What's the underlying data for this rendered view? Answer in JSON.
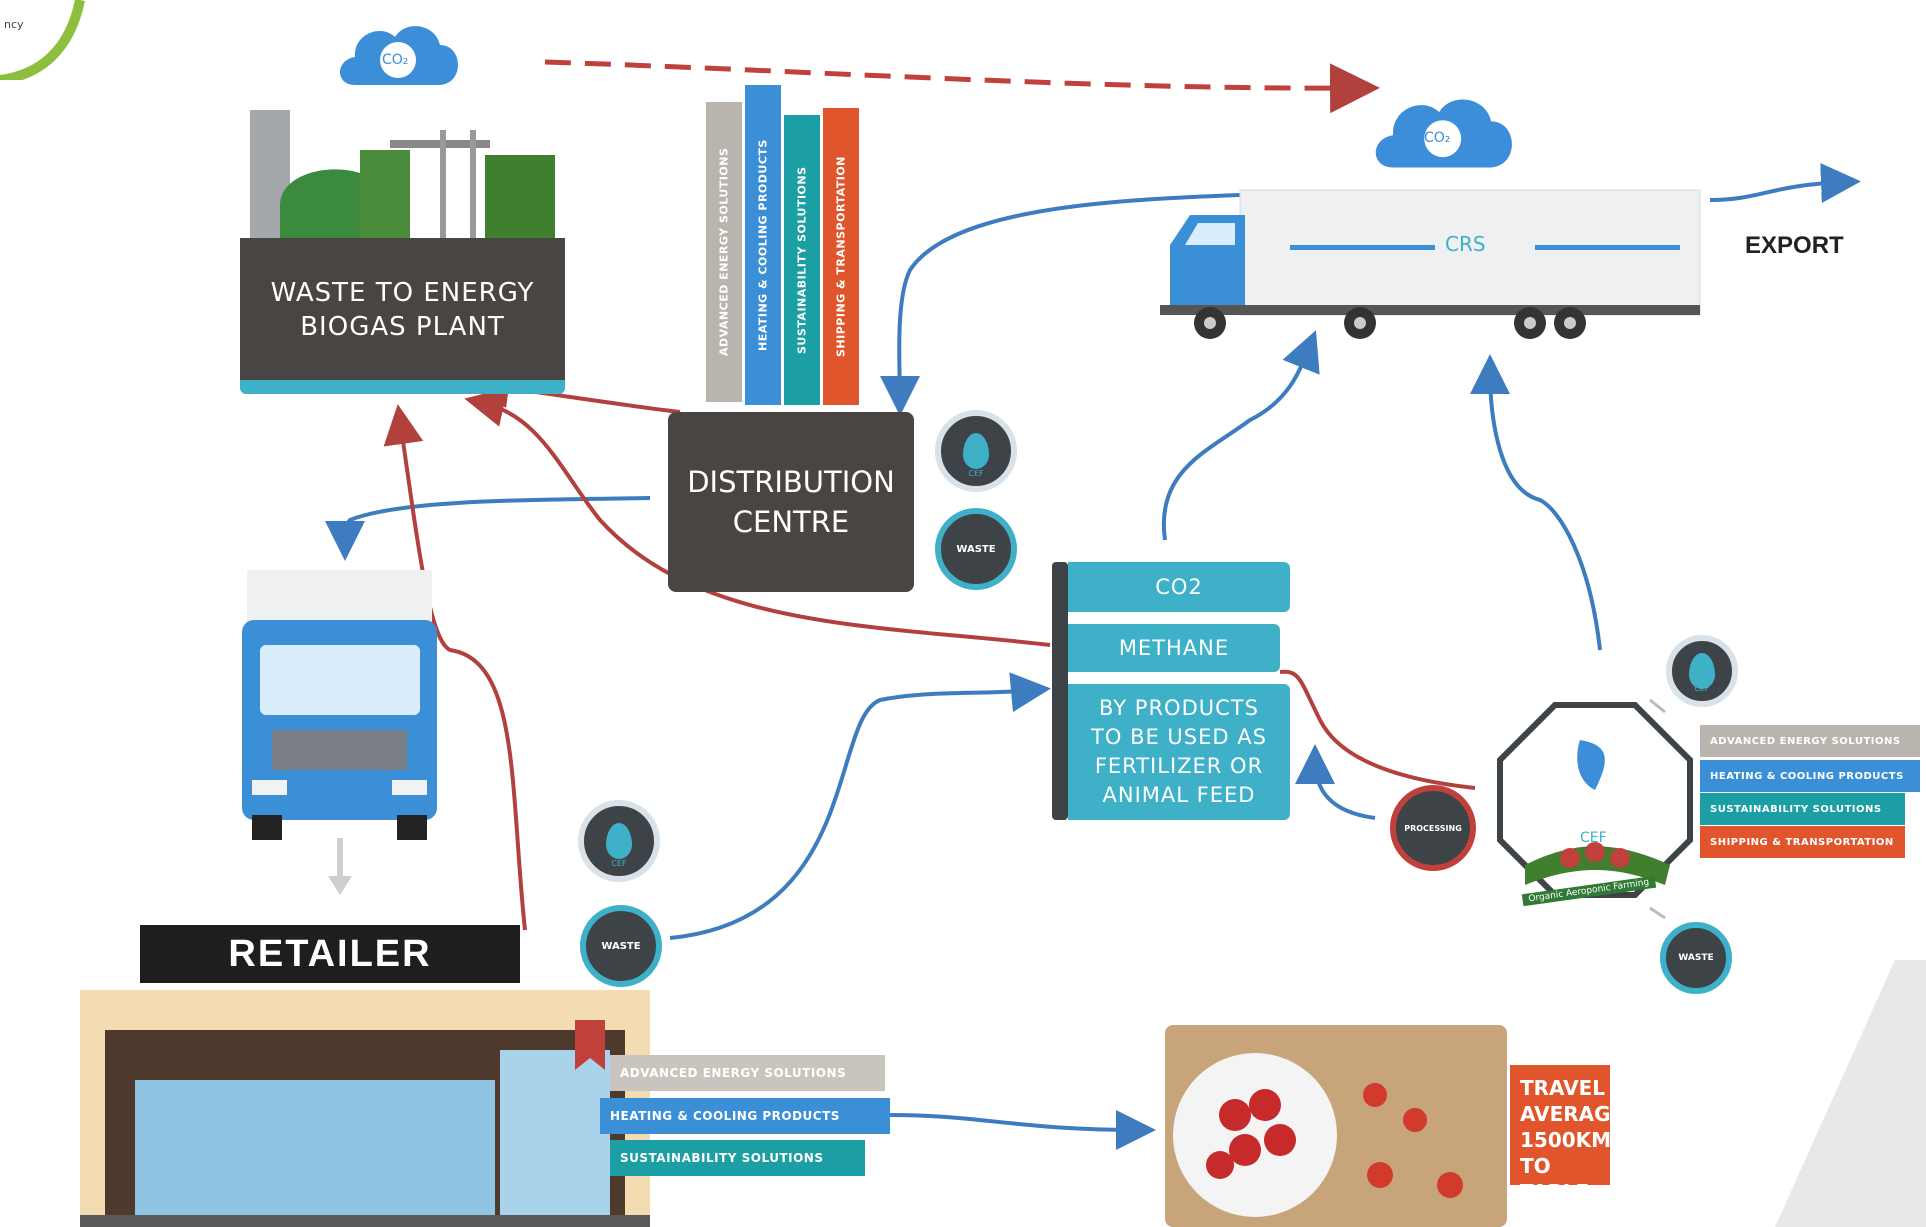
{
  "top_left_logo_text": "ncy",
  "co2_cloud_label": "CO₂",
  "co2_cloud_label_2": "CO₂",
  "plant": {
    "line1": "WASTE TO ENERGY",
    "line2": "BIOGAS PLANT"
  },
  "columns": [
    {
      "label": "ADVANCED ENERGY SOLUTIONS",
      "color": "#b9b4ad"
    },
    {
      "label": "HEATING & COOLING PRODUCTS",
      "color": "#3b8fd6"
    },
    {
      "label": "SUSTAINABILITY SOLUTIONS",
      "color": "#1b9ea4"
    },
    {
      "label": "SHIPPING & TRANSPORTATION",
      "color": "#e0552c"
    }
  ],
  "distribution": {
    "line1": "DISTRIBUTION",
    "line2": "CENTRE"
  },
  "waste_label": "WASTE",
  "cef_label": "CEF",
  "truck_brand": "CRS",
  "export_label": "EXPORT",
  "co2_panel": {
    "row1": "CO2",
    "row2": "METHANE",
    "row3_line1": "BY PRODUCTS",
    "row3_line2": "TO BE USED AS",
    "row3_line3": "FERTILIZER OR",
    "row3_line4": "ANIMAL FEED"
  },
  "processing_label": "PROCESSING",
  "farm_banner": "Organic Aeroponic Farming",
  "farm_ribbons": [
    {
      "label": "ADVANCED ENERGY SOLUTIONS",
      "color": "#b9b4ad"
    },
    {
      "label": "HEATING & COOLING PRODUCTS",
      "color": "#3b8fd6"
    },
    {
      "label": "SUSTAINABILITY SOLUTIONS",
      "color": "#1b9ea4"
    },
    {
      "label": "SHIPPING & TRANSPORTATION",
      "color": "#e0552c"
    }
  ],
  "retailer_sign": "RETAILER",
  "retailer_ribbons": [
    {
      "label": "ADVANCED ENERGY SOLUTIONS",
      "color": "#c9c4bd"
    },
    {
      "label": "HEATING & COOLING PRODUCTS",
      "color": "#3b8fd6"
    },
    {
      "label": "SUSTAINABILITY SOLUTIONS",
      "color": "#1b9ea4"
    }
  ],
  "travel": {
    "line1": "TRAVEL",
    "line2": "AVERAGE",
    "line3": "1500KM",
    "line4": "TO TABLE"
  },
  "colors": {
    "accent_blue": "#3e7cc0",
    "accent_red": "#b2413e",
    "teal": "#3eb1c8",
    "dark": "#4a4543"
  }
}
